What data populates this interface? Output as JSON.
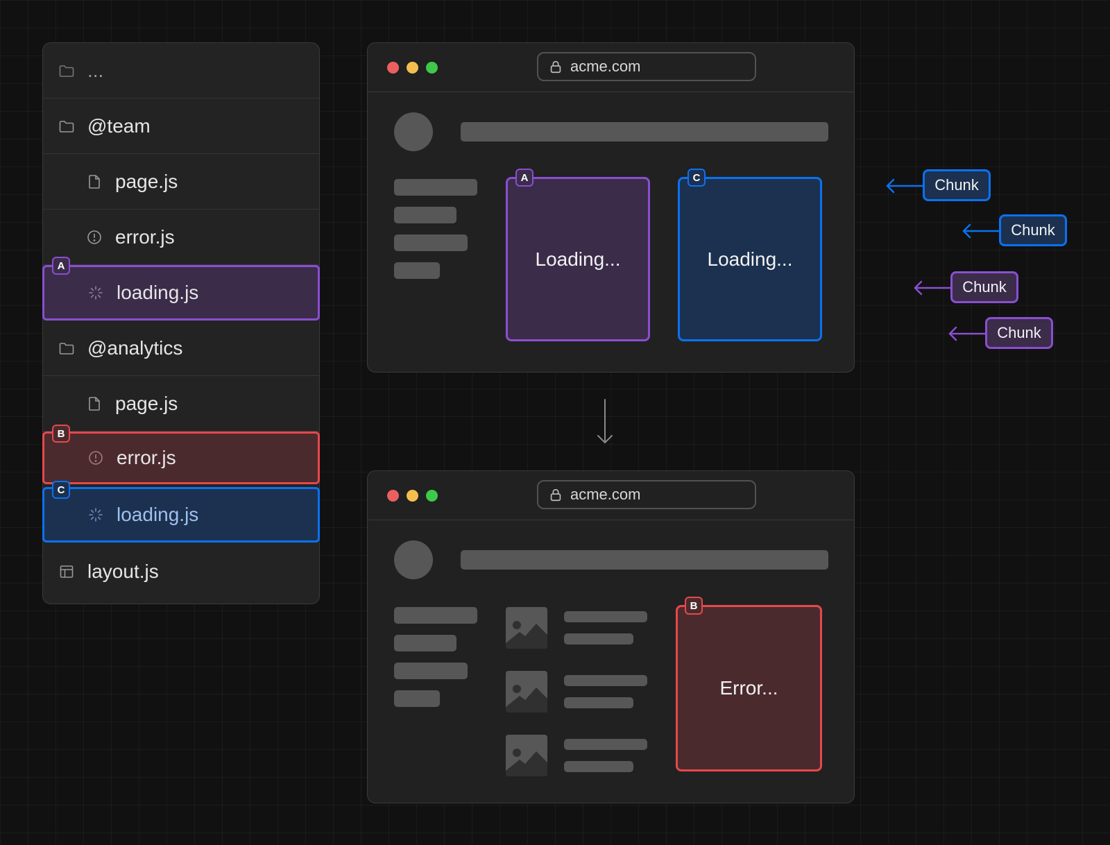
{
  "tree": {
    "rows": [
      {
        "label": "...",
        "icon": "folder-icon"
      },
      {
        "label": "@team",
        "icon": "folder-icon"
      },
      {
        "label": "page.js",
        "icon": "file-icon"
      },
      {
        "label": "error.js",
        "icon": "alert-circle-icon"
      },
      {
        "label": "loading.js",
        "icon": "spinner-icon",
        "badge": "A"
      },
      {
        "label": "@analytics",
        "icon": "folder-icon"
      },
      {
        "label": "page.js",
        "icon": "file-icon"
      },
      {
        "label": "error.js",
        "icon": "alert-circle-icon",
        "badge": "B"
      },
      {
        "label": "loading.js",
        "icon": "spinner-icon",
        "badge": "C"
      },
      {
        "label": "layout.js",
        "icon": "layout-icon"
      }
    ]
  },
  "windows": {
    "top": {
      "url": "acme.com",
      "panel_a": {
        "badge": "A",
        "text": "Loading..."
      },
      "panel_c": {
        "badge": "C",
        "text": "Loading..."
      }
    },
    "bottom": {
      "url": "acme.com",
      "panel_b": {
        "badge": "B",
        "text": "Error..."
      }
    }
  },
  "chunks": [
    {
      "label": "Chunk",
      "color": "#0a72ef"
    },
    {
      "label": "Chunk",
      "color": "#0a72ef"
    },
    {
      "label": "Chunk",
      "color": "#8a4fd0"
    },
    {
      "label": "Chunk",
      "color": "#8a4fd0"
    }
  ],
  "colors": {
    "purple": "#8a4fd0",
    "red": "#e5484d",
    "blue": "#0a72ef",
    "background": "#111111"
  }
}
